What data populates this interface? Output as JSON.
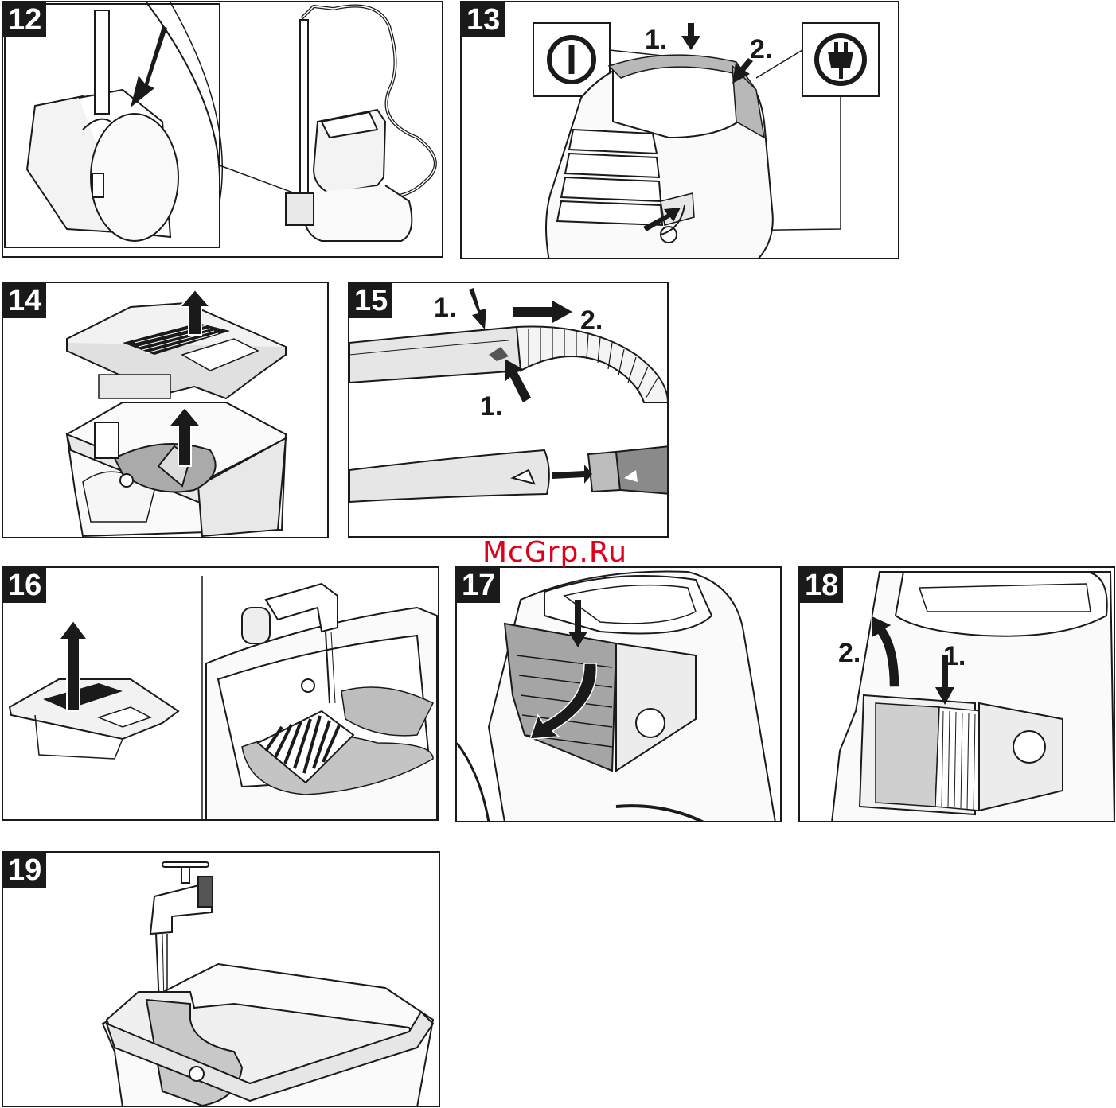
{
  "panels": {
    "p12": {
      "number": "12"
    },
    "p13": {
      "number": "13",
      "step1": "1.",
      "step2": "2.",
      "icons": [
        "power-button-icon",
        "power-plug-icon"
      ]
    },
    "p14": {
      "number": "14"
    },
    "p15": {
      "number": "15",
      "step1a": "1.",
      "step1b": "1.",
      "step2": "2."
    },
    "p16": {
      "number": "16"
    },
    "p17": {
      "number": "17"
    },
    "p18": {
      "number": "18",
      "step1": "1.",
      "step2": "2."
    },
    "p19": {
      "number": "19"
    }
  },
  "watermark": "McGrp.Ru",
  "colors": {
    "ink": "#1a1a1a",
    "gray": "#b8b8b8",
    "light": "#e8e8e8",
    "watermark": "#e0001b"
  }
}
